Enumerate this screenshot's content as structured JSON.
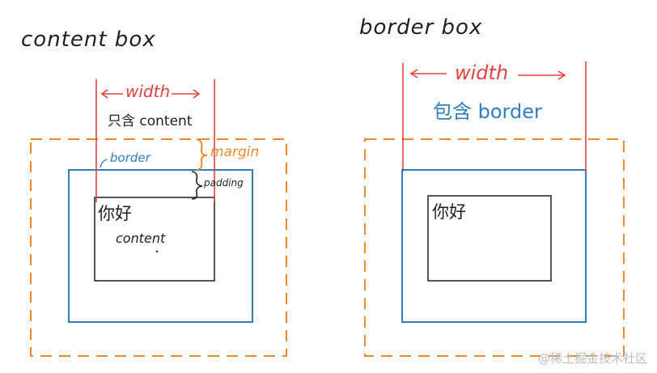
{
  "colors": {
    "red": "#e0433f",
    "blue": "#2f7fc0",
    "orange": "#ec8a2a",
    "ink": "#1f1f1f",
    "watermark": "#bdbdbd"
  },
  "content_box": {
    "title": "content box",
    "width_label": "width",
    "width_note": "只含 content",
    "margin_label": "margin",
    "border_label": "border",
    "padding_label": "padding",
    "text_hello": "你好",
    "text_content": "content"
  },
  "border_box": {
    "title": "border box",
    "width_label": "width",
    "width_note": "包含 border",
    "text_hello": "你好"
  },
  "watermark": "@稀土掘金技术社区"
}
